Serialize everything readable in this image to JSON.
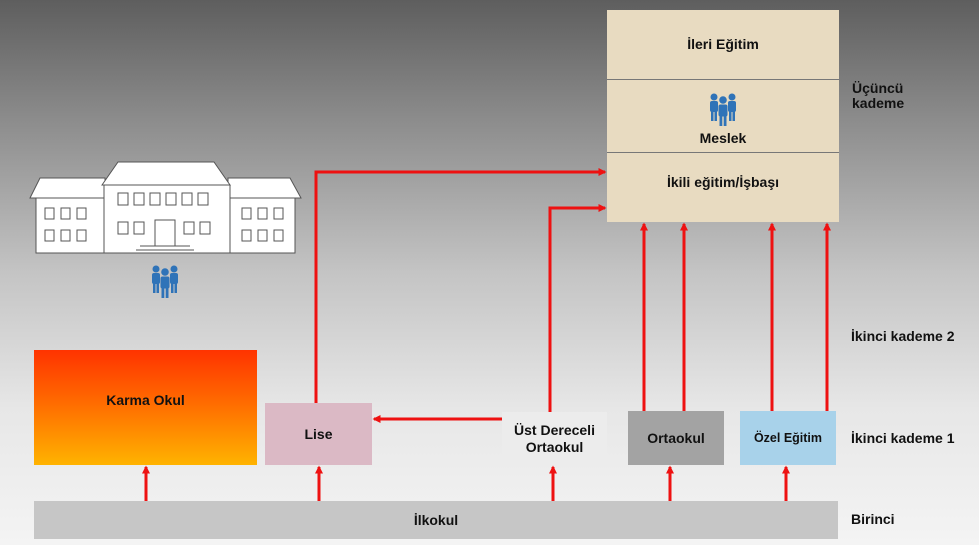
{
  "boxes": {
    "ileri": "İleri Eğitim",
    "meslek": "Meslek",
    "ikili": "İkili eğitim/İşbaşı",
    "karma": "Karma Okul",
    "lise": "Lise",
    "ust_dereceli": "Üst Dereceli Ortaokul",
    "ortaokul": "Ortaokul",
    "ozel": "Özel Eğitim",
    "ilkokul": "İlkokul"
  },
  "tiers": {
    "ucuncu": "Üçüncü kademe",
    "ikinci2": "İkinci kademe 2",
    "ikinci1": "İkinci kademe 1",
    "birinci": "Birinci"
  },
  "icons": [
    "school-building-icon",
    "people-icon"
  ],
  "colors": {
    "arrow": "#ee1111",
    "people": "#2f73b8",
    "top_block": "#e8dbc1"
  }
}
